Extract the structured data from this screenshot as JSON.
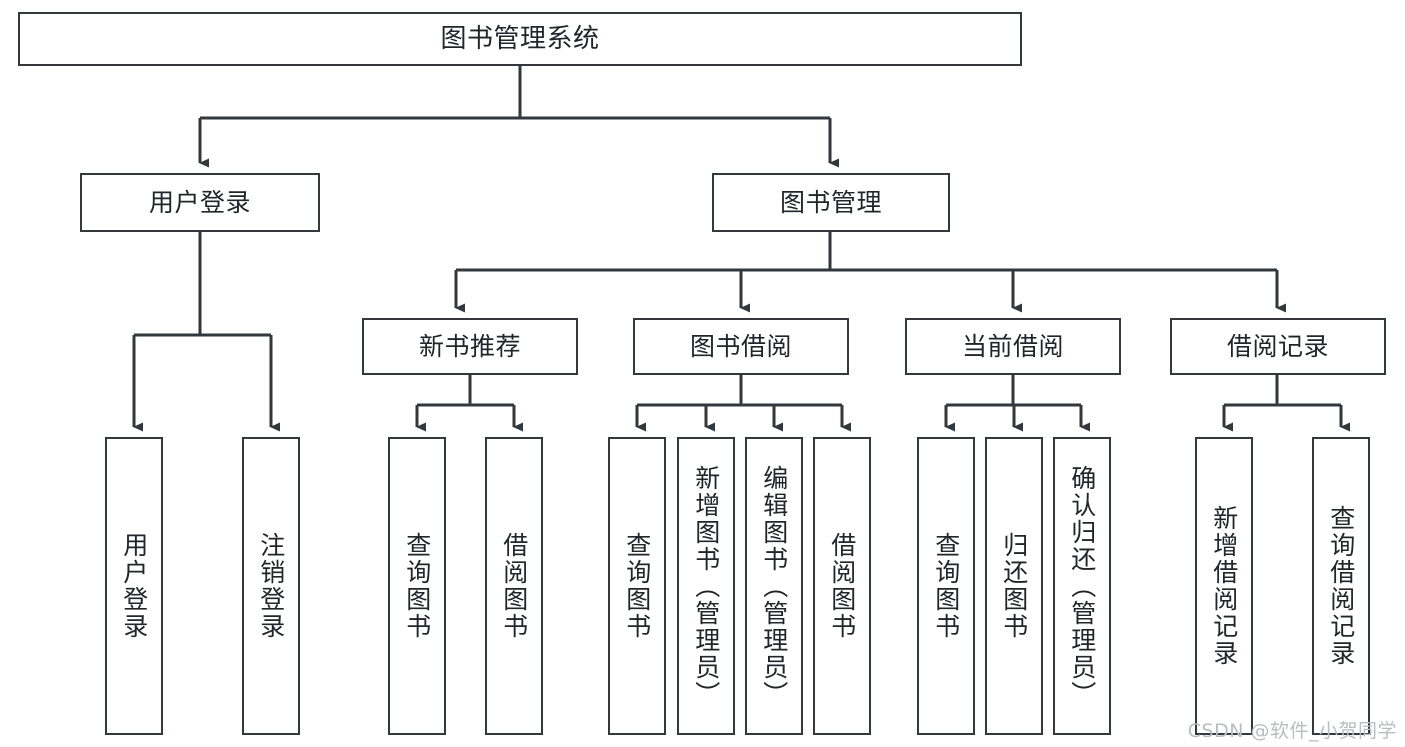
{
  "diagram": {
    "type": "tree-hierarchy-chart",
    "title": "图书管理系统",
    "watermark": "CSDN @软件_小贺同学",
    "colors": {
      "box_border": "#33383d",
      "box_fill": "#ffffff",
      "connector": "#33383d",
      "text": "#22262b",
      "watermark": "#b9bcc0",
      "background": "#ffffff"
    },
    "levels": {
      "root": "图书管理系统",
      "level2": [
        "用户登录",
        "图书管理"
      ],
      "level3": [
        "新书推荐",
        "图书借阅",
        "当前借阅",
        "借阅记录"
      ]
    },
    "nodes": {
      "root": {
        "label": "图书管理系统"
      },
      "user_login": {
        "label": "用户登录"
      },
      "book_manage": {
        "label": "图书管理"
      },
      "new_book_rec": {
        "label": "新书推荐"
      },
      "book_borrow": {
        "label": "图书借阅"
      },
      "current_borrow": {
        "label": "当前借阅"
      },
      "borrow_record": {
        "label": "借阅记录"
      },
      "leaf_user_login": {
        "label": "用户登录"
      },
      "leaf_user_logout": {
        "label": "注销登录"
      },
      "leaf_query_book_a": {
        "label": "查询图书"
      },
      "leaf_borrow_book_a": {
        "label": "借阅图书"
      },
      "leaf_query_book_b": {
        "label": "查询图书"
      },
      "leaf_add_book": {
        "label": "新增图书（管理员）"
      },
      "leaf_edit_book": {
        "label": "编辑图书（管理员）"
      },
      "leaf_borrow_book_b": {
        "label": "借阅图书"
      },
      "leaf_query_book_c": {
        "label": "查询图书"
      },
      "leaf_return_book": {
        "label": "归还图书"
      },
      "leaf_confirm_return": {
        "label": "确认归还（管理员）"
      },
      "leaf_add_record": {
        "label": "新增借阅记录"
      },
      "leaf_query_record": {
        "label": "查询借阅记录"
      }
    },
    "edges": [
      {
        "from": "图书管理系统",
        "to": "用户登录"
      },
      {
        "from": "图书管理系统",
        "to": "图书管理"
      },
      {
        "from": "用户登录",
        "to": "用户登录"
      },
      {
        "from": "用户登录",
        "to": "注销登录"
      },
      {
        "from": "图书管理",
        "to": "新书推荐"
      },
      {
        "from": "图书管理",
        "to": "图书借阅"
      },
      {
        "from": "图书管理",
        "to": "当前借阅"
      },
      {
        "from": "图书管理",
        "to": "借阅记录"
      },
      {
        "from": "新书推荐",
        "to": "查询图书"
      },
      {
        "from": "新书推荐",
        "to": "借阅图书"
      },
      {
        "from": "图书借阅",
        "to": "查询图书"
      },
      {
        "from": "图书借阅",
        "to": "新增图书（管理员）"
      },
      {
        "from": "图书借阅",
        "to": "编辑图书（管理员）"
      },
      {
        "from": "图书借阅",
        "to": "借阅图书"
      },
      {
        "from": "当前借阅",
        "to": "查询图书"
      },
      {
        "from": "当前借阅",
        "to": "归还图书"
      },
      {
        "from": "当前借阅",
        "to": "确认归还（管理员）"
      },
      {
        "from": "借阅记录",
        "to": "新增借阅记录"
      },
      {
        "from": "借阅记录",
        "to": "查询借阅记录"
      }
    ]
  }
}
